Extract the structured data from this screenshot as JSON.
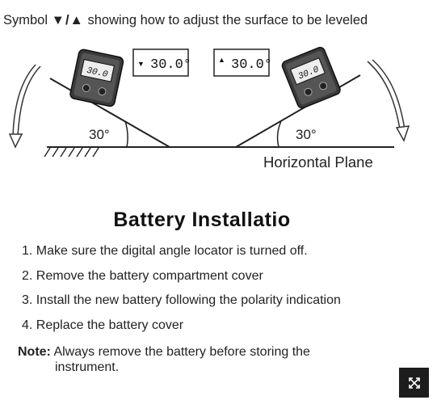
{
  "header": {
    "prefix": "Symbol",
    "symbol": "▼/▲",
    "text": "showing how to adjust the surface to be leveled"
  },
  "diagram": {
    "left_angle": "30°",
    "right_angle": "30°",
    "plane_label": "Horizontal Plane",
    "left_display": "30.0",
    "right_display": "30.0",
    "left_panel_value": "30.0°",
    "right_panel_value": "30.0°",
    "left_panel_symbol": "▼",
    "right_panel_symbol": "▲"
  },
  "title": "Battery Installatio",
  "steps": [
    "1. Make sure the digital angle locator is turned off.",
    "2. Remove the battery compartment cover",
    "3. Install the new battery following the polarity indication",
    "4. Replace the battery cover"
  ],
  "note": {
    "label": "Note:",
    "line1": "Always remove the battery before storing the",
    "line2": "instrument."
  },
  "icons": {
    "expand": "expand-icon"
  }
}
